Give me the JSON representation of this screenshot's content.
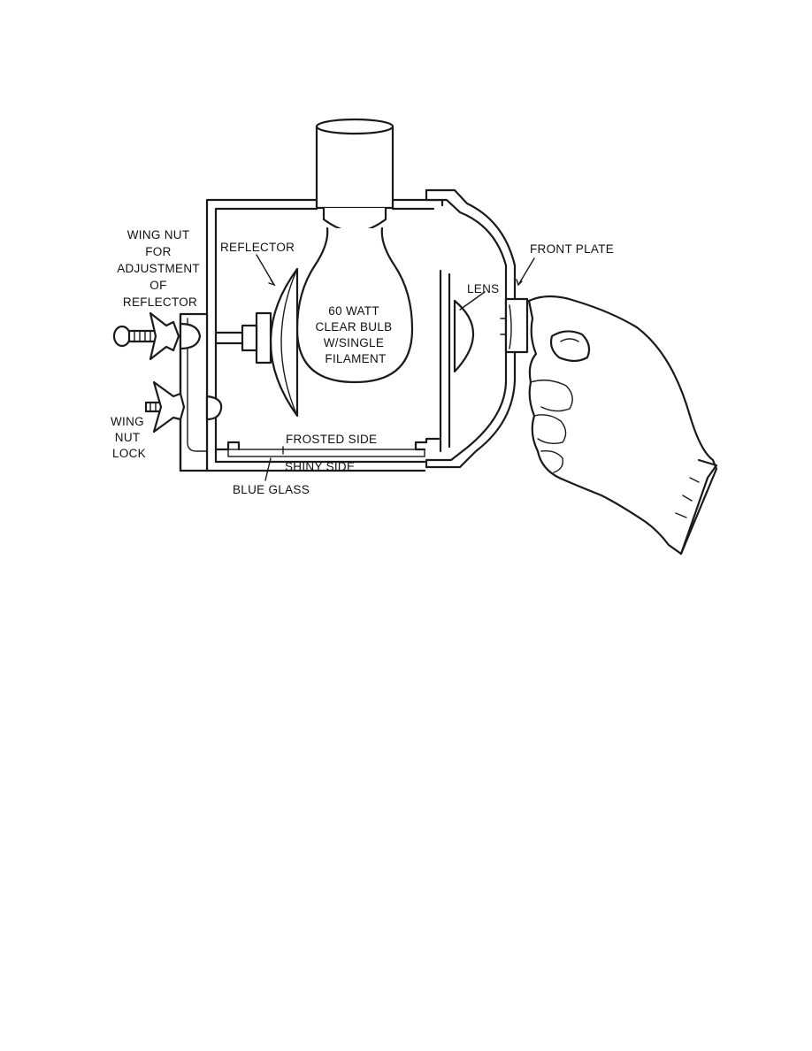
{
  "labels": {
    "wing_nut_adjustment": [
      "WING NUT",
      "FOR",
      "ADJUSTMENT",
      "OF",
      "REFLECTOR"
    ],
    "reflector": "REFLECTOR",
    "bulb": [
      "60 WATT",
      "CLEAR BULB",
      "W/SINGLE",
      "FILAMENT"
    ],
    "lens": "LENS",
    "front_plate": "FRONT PLATE",
    "wing_nut_lock": [
      "WING",
      "NUT",
      "LOCK"
    ],
    "frosted_side": "FROSTED SIDE",
    "shiny_side": "SHINY SIDE",
    "blue_glass": "BLUE GLASS"
  }
}
